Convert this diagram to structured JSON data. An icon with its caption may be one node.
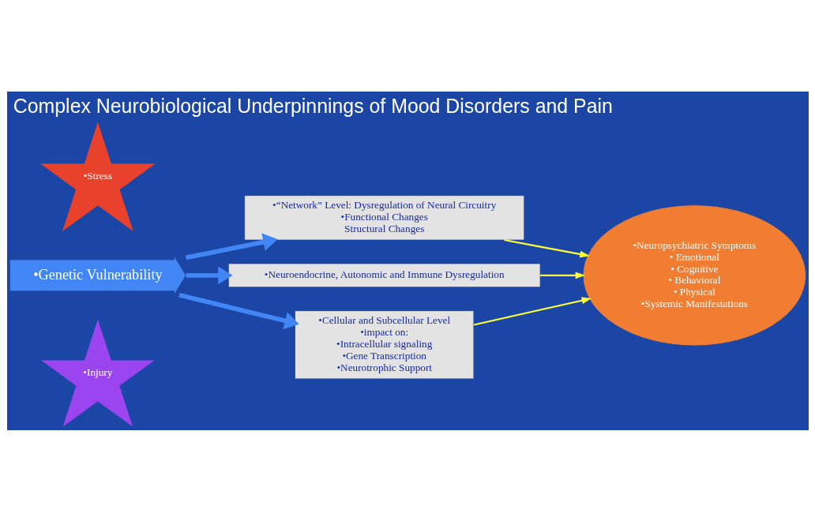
{
  "diagram": {
    "title": "Complex Neurobiological Underpinnings of Mood Disorders and Pain",
    "nodes": [
      {
        "text": [
          "•Stress"
        ]
      },
      {
        "text": [
          "•Genetic Vulnerability"
        ]
      },
      {
        "text": [
          "•Injury"
        ]
      },
      {
        "text": [
          "•“Network” Level: Dysregulation of Neural Circuitry",
          "•Functional Changes",
          "Structural Changes"
        ]
      },
      {
        "text": [
          "•Neuroendocrine, Autonomic and Immune Dysregulation"
        ]
      },
      {
        "text": [
          "•Cellular and Subcellular Level",
          "•impact on:",
          "•Intracellular signaling",
          "•Gene Transcription",
          "•Neurotrophic Support"
        ]
      },
      {
        "text": [
          "•Neuropsychiatric Symptoms",
          "• Emotional",
          "• Cognitive",
          "• Behavioral",
          "• Physical",
          "•Systemic Manifestations"
        ]
      }
    ],
    "edges": [
      {
        "from": 1,
        "to": 3,
        "arrow": "to",
        "style": "thick",
        "color": "#4285f4"
      },
      {
        "from": 1,
        "to": 4,
        "arrow": "to",
        "style": "thick",
        "color": "#4285f4"
      },
      {
        "from": 1,
        "to": 5,
        "arrow": "to",
        "style": "thick",
        "color": "#4285f4"
      },
      {
        "from": 3,
        "to": 6,
        "arrow": "to",
        "color": "#ffff33"
      },
      {
        "from": 4,
        "to": 6,
        "arrow": "to",
        "color": "#ffff33"
      },
      {
        "from": 5,
        "to": 6,
        "arrow": "to",
        "color": "#ffff33"
      }
    ]
  }
}
